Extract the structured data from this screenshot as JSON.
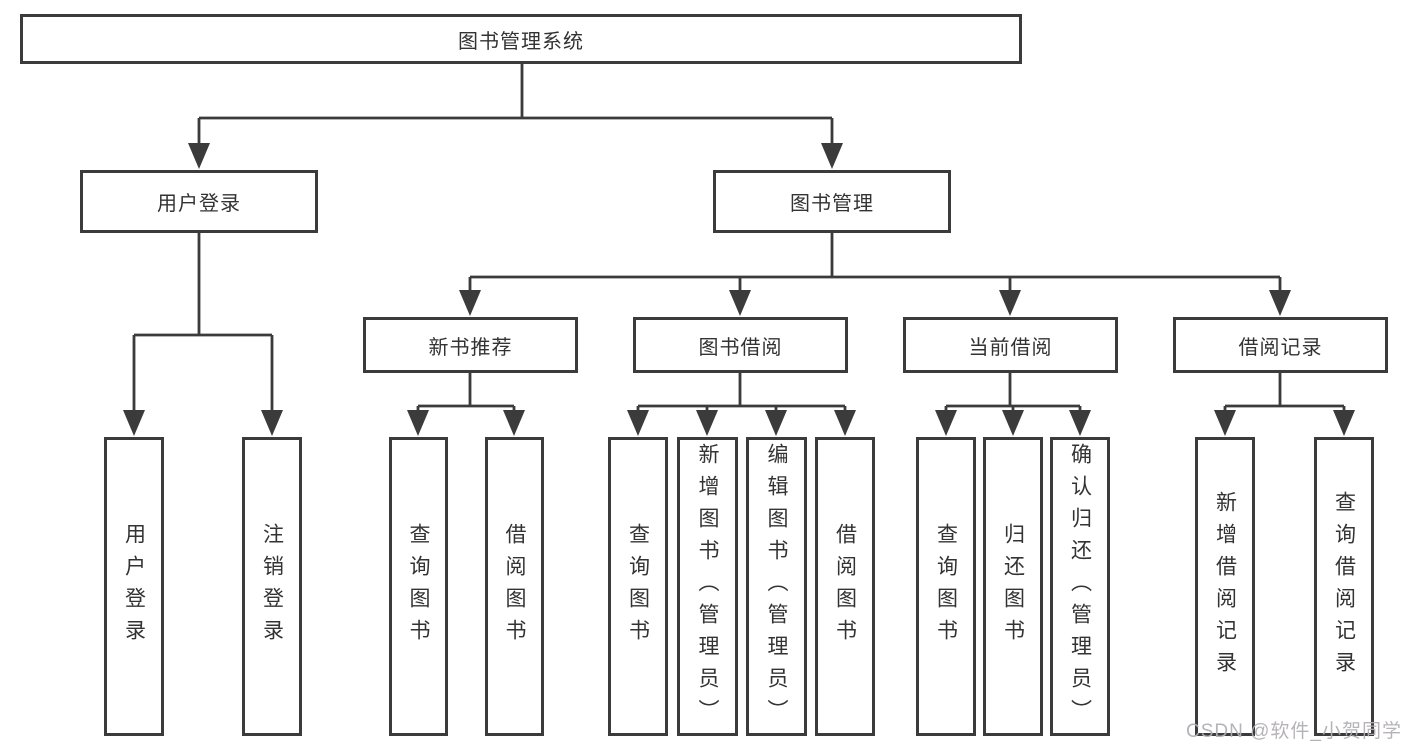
{
  "diagram": {
    "root": {
      "label": "图书管理系统"
    },
    "level2": [
      {
        "label": "用户登录"
      },
      {
        "label": "图书管理"
      }
    ],
    "level3": [
      {
        "label": "新书推荐"
      },
      {
        "label": "图书借阅"
      },
      {
        "label": "当前借阅"
      },
      {
        "label": "借阅记录"
      }
    ],
    "leaves": [
      {
        "label": "用户登录"
      },
      {
        "label": "注销登录"
      },
      {
        "label": "查询图书"
      },
      {
        "label": "借阅图书"
      },
      {
        "label": "查询图书"
      },
      {
        "label": "新增图书（管理员）"
      },
      {
        "label": "编辑图书（管理员）"
      },
      {
        "label": "借阅图书"
      },
      {
        "label": "查询图书"
      },
      {
        "label": "归还图书"
      },
      {
        "label": "确认归还（管理员）"
      },
      {
        "label": "新增借阅记录"
      },
      {
        "label": "查询借阅记录"
      }
    ],
    "watermark": "CSDN @软件_小贺同学",
    "colors": {
      "line": "#3b3b3b",
      "text": "#333333",
      "watermark": "#b2afb4",
      "background": "#ffffff"
    }
  }
}
